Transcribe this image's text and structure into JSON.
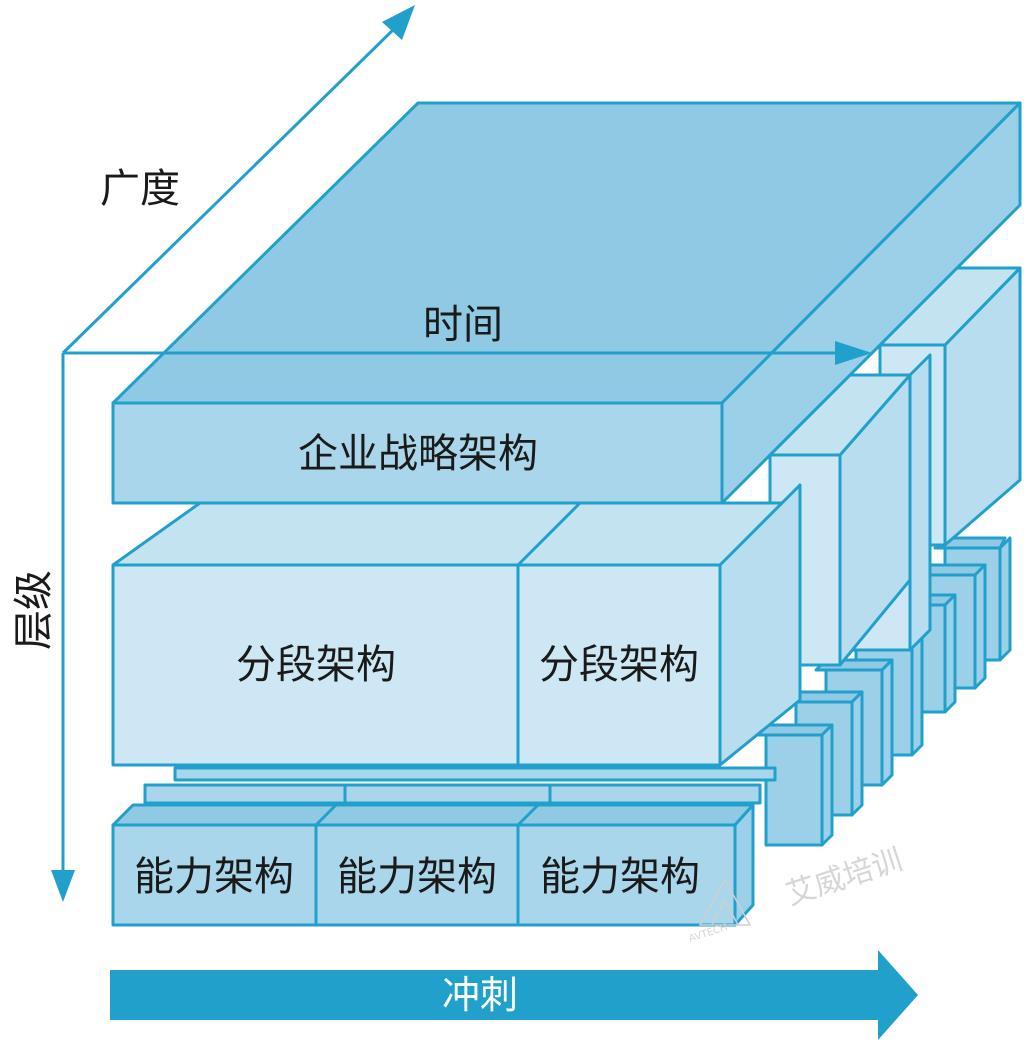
{
  "axes": {
    "breadth_label": "广度",
    "time_label": "时间",
    "level_label": "层级",
    "sprint_label": "冲刺"
  },
  "layers": {
    "enterprise": {
      "label": "企业战略架构"
    },
    "segment": [
      {
        "label": "分段架构"
      },
      {
        "label": "分段架构"
      }
    ],
    "capability": [
      {
        "label": "能力架构"
      },
      {
        "label": "能力架构"
      },
      {
        "label": "能力架构"
      }
    ]
  },
  "watermark": {
    "text": "艾威培训",
    "sub": "AVTECH"
  },
  "colors": {
    "accent": "#22a0cc",
    "dark_fill": "#8fc9e4",
    "light_fill": "#cde8f4"
  }
}
